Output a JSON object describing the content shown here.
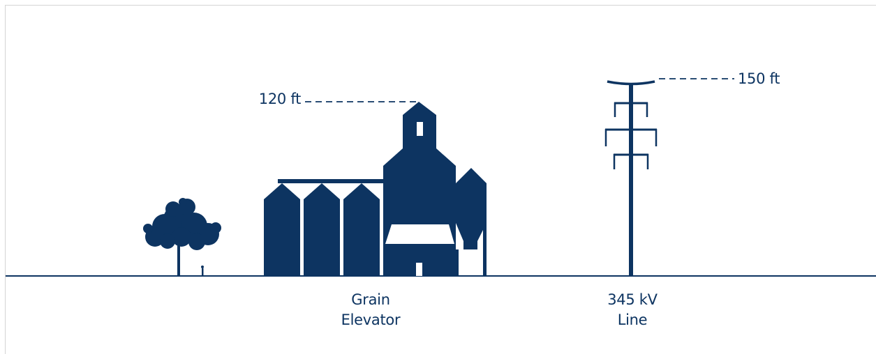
{
  "colors": {
    "navy": "#0d3461",
    "frame_border": "#d4d4d4",
    "background": "#ffffff"
  },
  "heights": {
    "grain_elevator": "120 ft",
    "transmission_line": "150 ft"
  },
  "labels": {
    "grain_elevator": [
      "Grain",
      "Elevator"
    ],
    "transmission_line": [
      "345 kV",
      "Line"
    ]
  },
  "icons": [
    "tree-icon",
    "person-icon",
    "grain-elevator-icon",
    "transmission-tower-icon"
  ]
}
